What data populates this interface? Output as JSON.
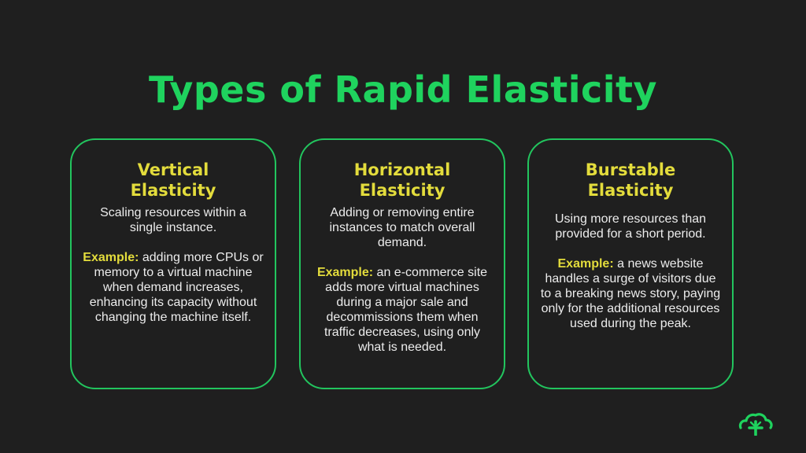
{
  "title": "Types of Rapid Elasticity",
  "colors": {
    "background": "#1f1f1f",
    "title": "#1fd35e",
    "card_border": "#22c55e",
    "heading": "#e3dc3c",
    "body_text": "#ececec"
  },
  "cards": [
    {
      "heading_line1": "Vertical",
      "heading_line2": "Elasticity",
      "description": "Scaling resources within a single instance.",
      "example_label": "Example:",
      "example_text": "adding more CPUs or memory to a virtual machine when demand increases, enhancing its capacity without changing the machine itself."
    },
    {
      "heading_line1": "Horizontal",
      "heading_line2": "Elasticity",
      "description": "Adding or removing entire instances to match overall demand.",
      "example_label": "Example:",
      "example_text": "an e-commerce site adds more virtual machines during a major sale and decommissions them when traffic decreases, using only what is needed."
    },
    {
      "heading_line1": "Burstable",
      "heading_line2": "Elasticity",
      "description": "Using more resources than provided for a short period.",
      "example_label": "Example:",
      "example_text": "a news website handles a surge of visitors due to a breaking news story, paying only for the additional resources used during the peak."
    }
  ],
  "logo": {
    "icon": "cloud-plus-icon"
  }
}
